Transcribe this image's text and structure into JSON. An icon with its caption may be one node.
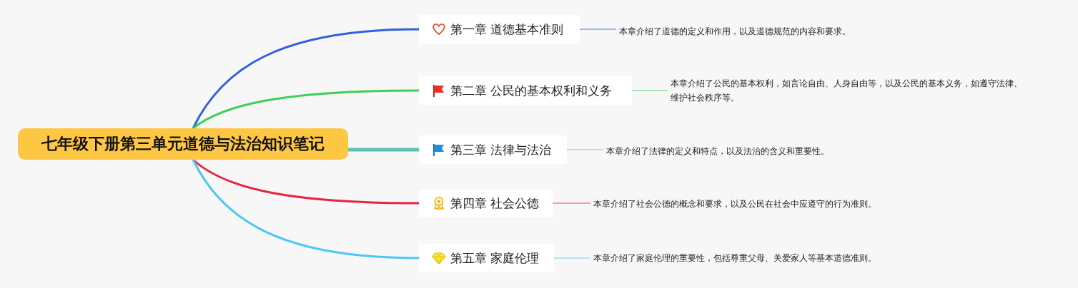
{
  "diagram": {
    "nodes": [
      {
        "text": [
          "七年级下册第三单元道德与法治知识笔记"
        ]
      },
      {
        "text": [
          "第一章 道德基本准则"
        ]
      },
      {
        "text": [
          "第二章 公民的基本权利和义务"
        ]
      },
      {
        "text": [
          "第三章 法律与法治"
        ]
      },
      {
        "text": [
          "第四章 社会公德"
        ]
      },
      {
        "text": [
          "第五章 家庭伦理"
        ]
      },
      {
        "text": [
          "本章介绍了道德的定义和作用，以及道德规范的内容和要求。"
        ]
      },
      {
        "text": [
          "本章介绍了公民的基本权利，如言论自由、人身自由等，以及公民的基本义务，如遵守法律、维护社会秩序等。"
        ]
      },
      {
        "text": [
          "本章介绍了法律的定义和特点，以及法治的含义和重要性。"
        ]
      },
      {
        "text": [
          "本章介绍了社会公德的概念和要求，以及公民在社会中应遵守的行为准则。"
        ]
      },
      {
        "text": [
          "本章介绍了家庭伦理的重要性，包括尊重父母、关爱家人等基本道德准则。"
        ]
      }
    ],
    "edges": [
      {
        "from": 0,
        "to": 1,
        "arrow": "none",
        "color": "#2f5fe0"
      },
      {
        "from": 0,
        "to": 2,
        "arrow": "none",
        "color": "#3ccf55"
      },
      {
        "from": 0,
        "to": 3,
        "arrow": "none",
        "color": "#5bc4b2",
        "style": "thick"
      },
      {
        "from": 0,
        "to": 4,
        "arrow": "none",
        "color": "#e8233f"
      },
      {
        "from": 0,
        "to": 5,
        "arrow": "none",
        "color": "#4cc6f5"
      },
      {
        "from": 1,
        "to": 6,
        "arrow": "none",
        "color": "#7f9ff0"
      },
      {
        "from": 2,
        "to": 7,
        "arrow": "none",
        "color": "#8fe0a0"
      },
      {
        "from": 3,
        "to": 8,
        "arrow": "none",
        "color": "#a5ddd5"
      },
      {
        "from": 4,
        "to": 9,
        "arrow": "none",
        "color": "#f08098"
      },
      {
        "from": 5,
        "to": 10,
        "arrow": "none",
        "color": "#9adcf7"
      }
    ]
  }
}
